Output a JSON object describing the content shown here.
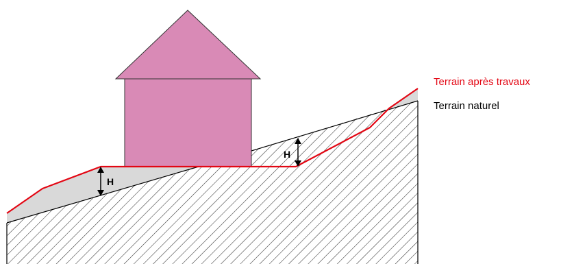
{
  "legend": {
    "after_works": "Terrain après travaux",
    "natural": "Terrain naturel"
  },
  "labels": {
    "height_left": "H",
    "height_right": "H"
  },
  "colors": {
    "after_works_line": "#e30613",
    "natural_line": "#000000",
    "house_fill": "#d98ab6",
    "fill_zone": "#d9d9d9",
    "hatch": "#333333",
    "legend_natural_text": "#000000",
    "legend_after_text": "#e30613"
  }
}
